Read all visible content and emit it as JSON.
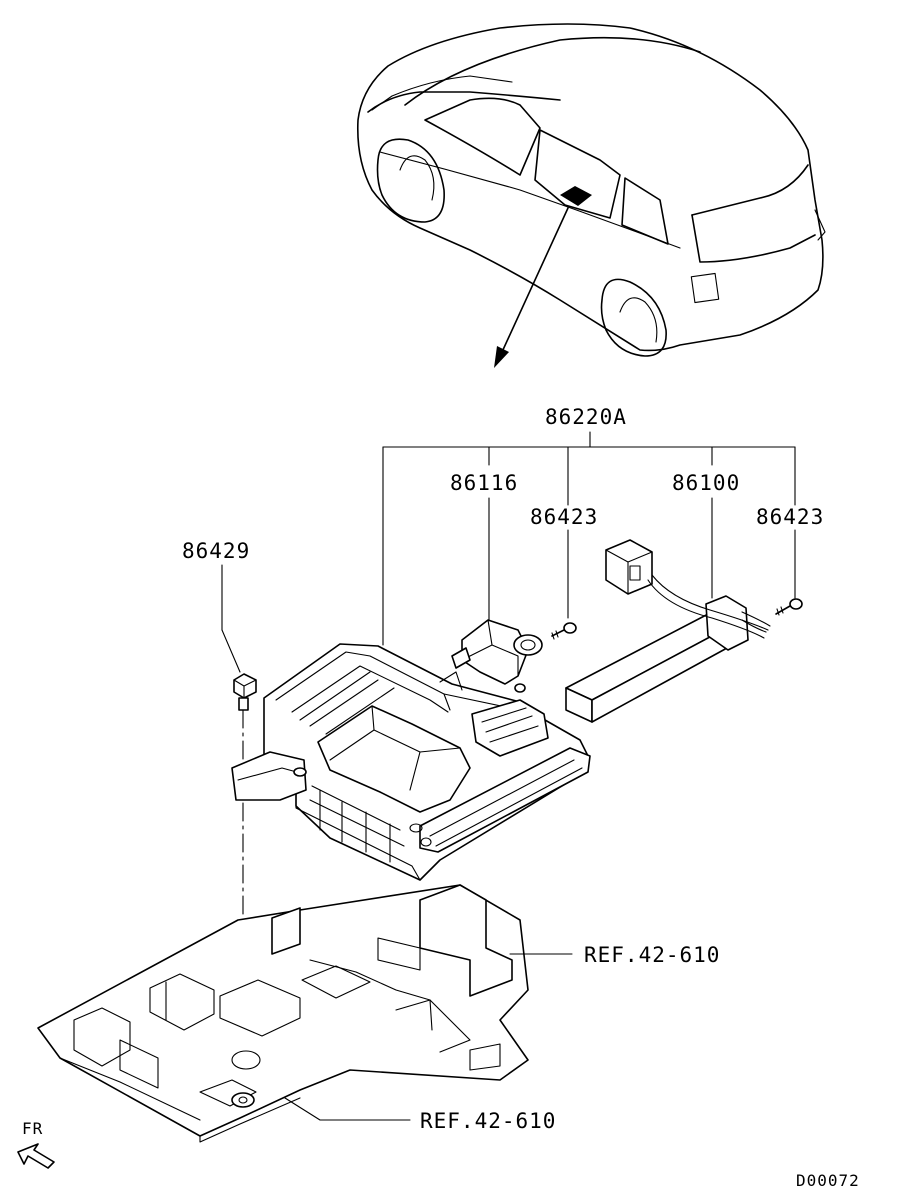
{
  "labels": {
    "assembly": "86220A",
    "part_86116": "86116",
    "part_86423_left": "86423",
    "part_86100": "86100",
    "part_86423_right": "86423",
    "part_86429": "86429",
    "ref_upper": "REF.42-610",
    "ref_lower": "REF.42-610",
    "front_marker": "FR",
    "diagram_code": "D00072"
  }
}
